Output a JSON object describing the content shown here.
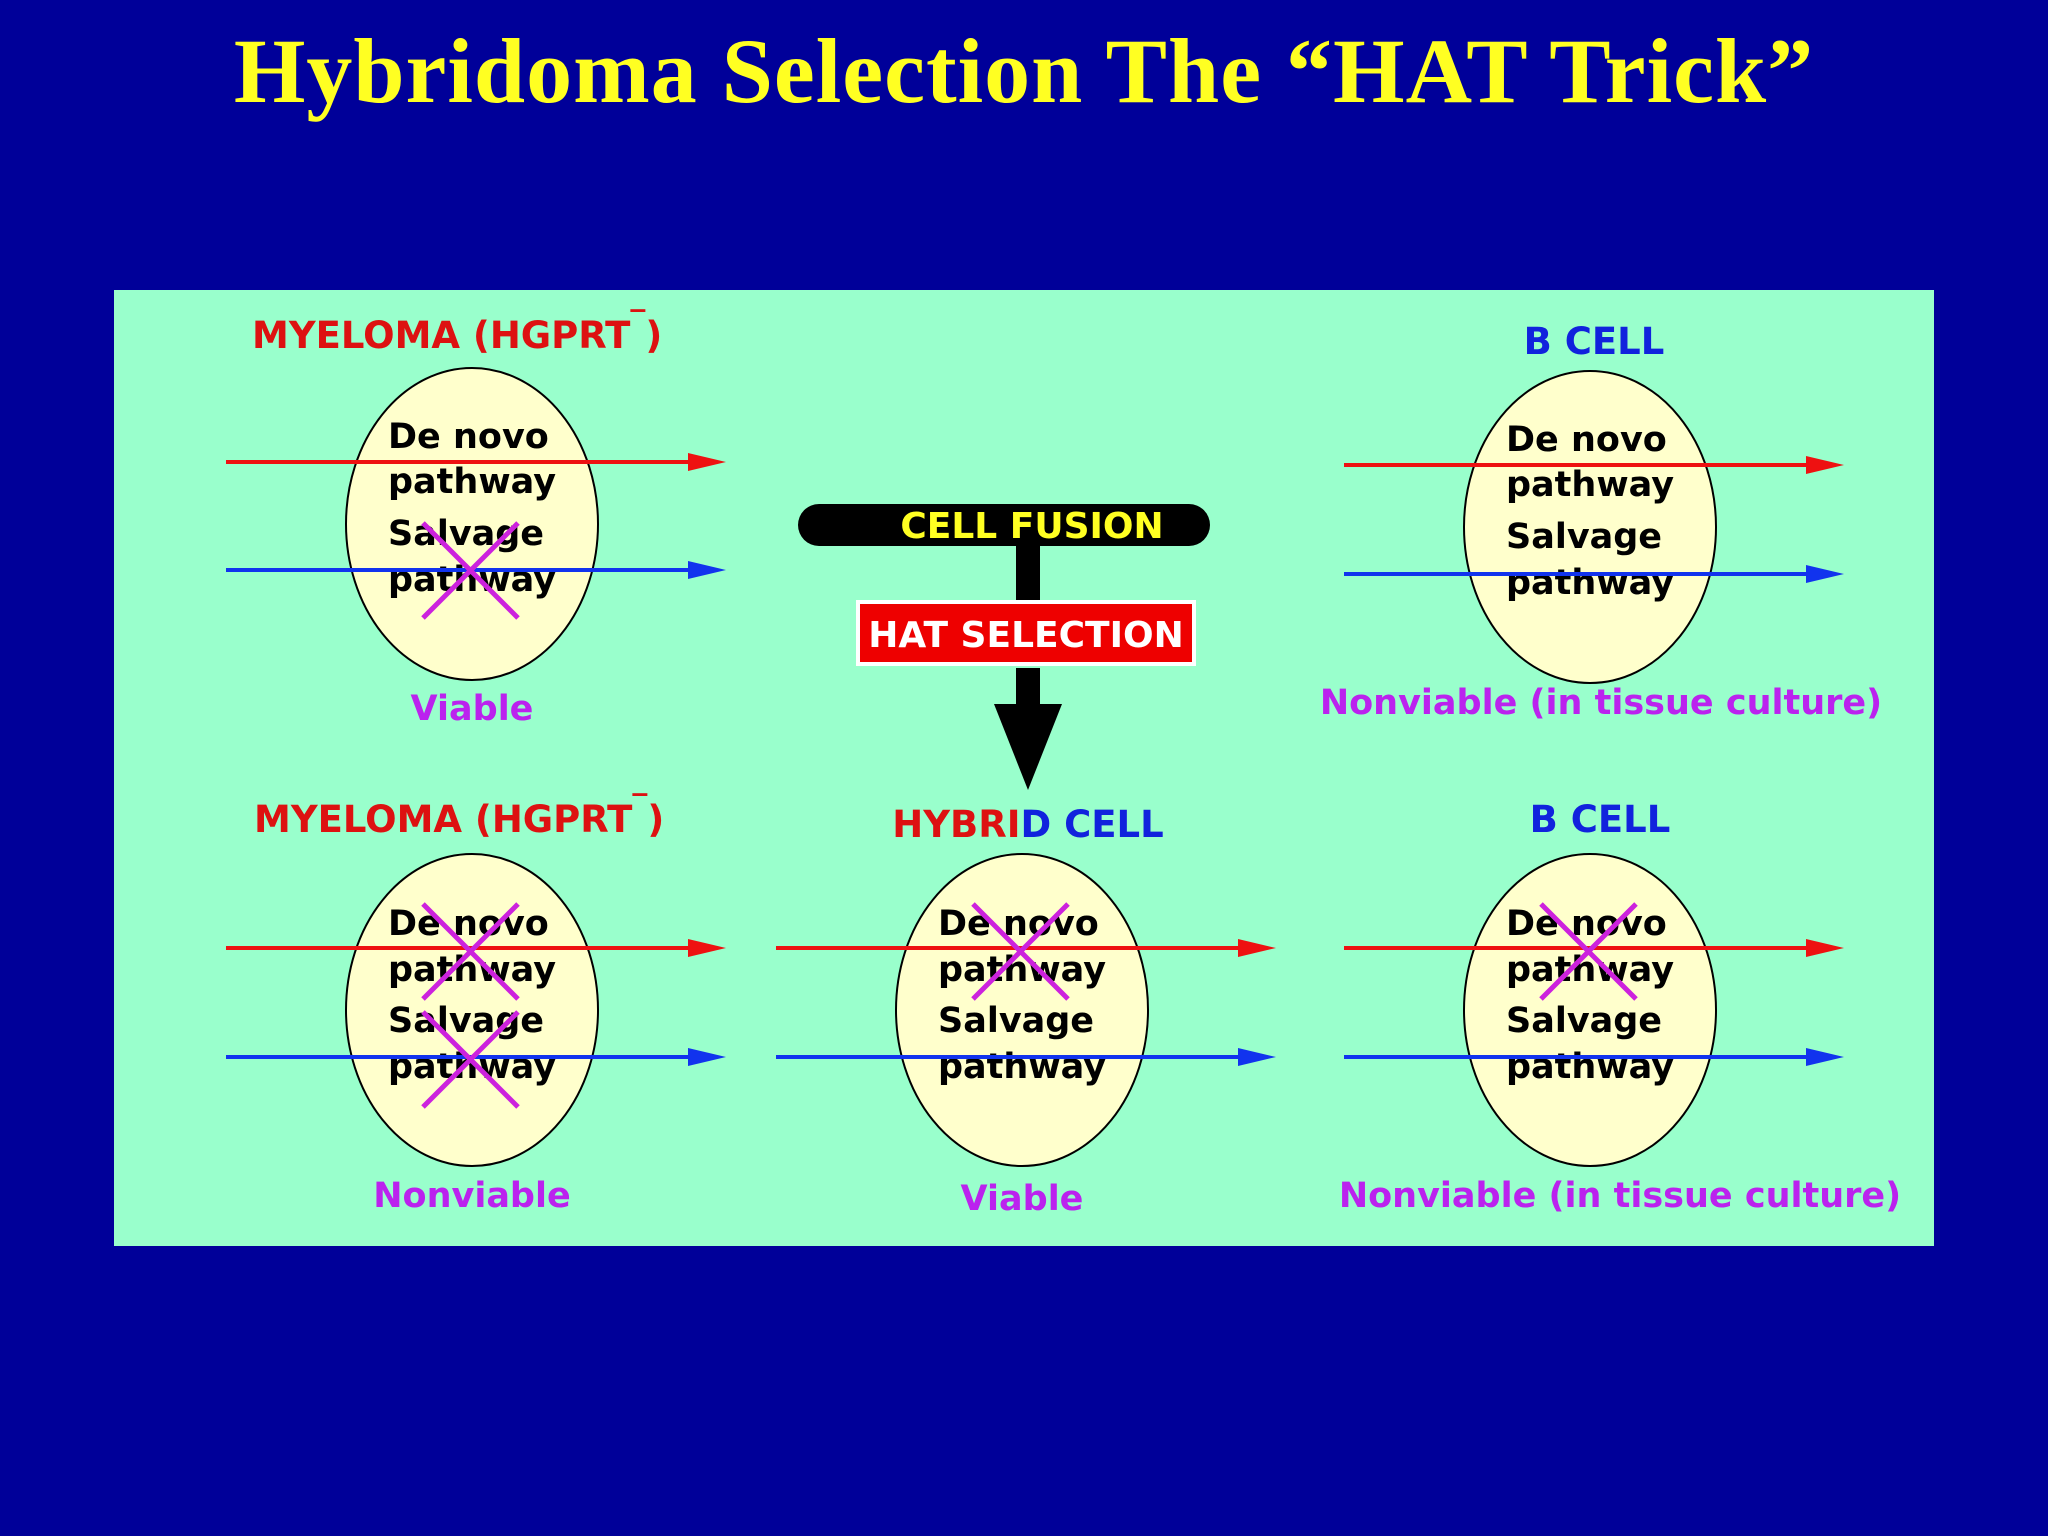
{
  "title": "Hybridoma Selection The “HAT Trick”",
  "colors": {
    "background": "#000099",
    "title": "#ffff22",
    "panel": "#99ffcc",
    "cell_fill": "#ffffcc",
    "de_novo_line": "#ee1111",
    "salvage_line": "#1133ee",
    "cross_mark": "#cc22dd",
    "myeloma_label": "#dd1111",
    "b_cell_label": "#1122dd",
    "status": "#bb22ee",
    "fusion_box": "#000000",
    "fusion_text": "#ffff22",
    "selection_box": "#ee0000",
    "selection_text": "#ffffff"
  },
  "diagram": {
    "cell_fusion_label": "CELL FUSION",
    "hat_selection_label": "HAT SELECTION",
    "top_left": {
      "label": "MYELOMA (HGPRT",
      "superscript": "‾",
      "label_close": ")",
      "de_novo": [
        "De  novo",
        "pathway"
      ],
      "salvage": [
        "Salvage",
        "pathway"
      ],
      "status": "Viable"
    },
    "top_right": {
      "label": "B CELL",
      "de_novo": [
        "De  novo",
        "pathway"
      ],
      "salvage": [
        "Salvage",
        "pathway"
      ],
      "status": "Nonviable (in tissue culture)"
    },
    "bottom_left": {
      "label": "MYELOMA (HGPRT",
      "superscript": "‾",
      "label_close": ")",
      "de_novo": [
        "De  novo",
        "pathway"
      ],
      "salvage": [
        "Salvage",
        "pathway"
      ],
      "status": "Nonviable"
    },
    "bottom_center": {
      "label_part1": "HYBRI",
      "label_part2": "D CELL",
      "de_novo": [
        "De  novo",
        "pathway"
      ],
      "salvage": [
        "Salvage",
        "pathway"
      ],
      "status": "Viable"
    },
    "bottom_right": {
      "label": "B CELL",
      "de_novo": [
        "De  novo",
        "pathway"
      ],
      "salvage": [
        "Salvage",
        "pathway"
      ],
      "status": "Nonviable (in tissue culture)"
    }
  }
}
